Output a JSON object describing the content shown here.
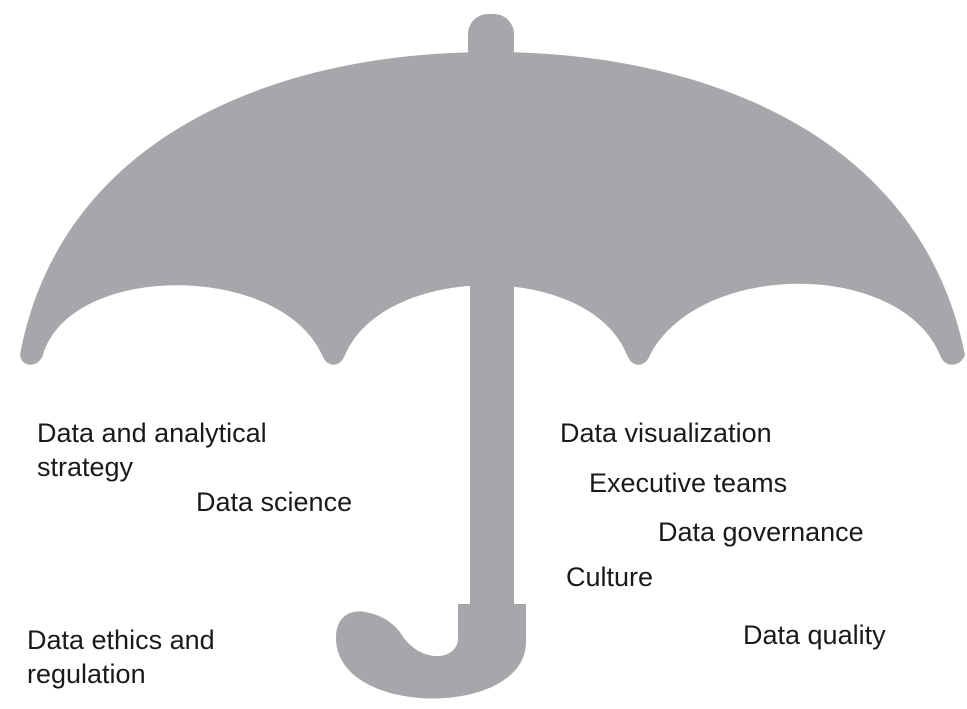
{
  "colors": {
    "umbrella": "#a6a7aa",
    "text": "#1a1a1a",
    "background": "#ffffff"
  },
  "labels": {
    "data_and_analytical_strategy_line1": "Data and analytical",
    "data_and_analytical_strategy_line2": "strategy",
    "data_science": "Data science",
    "data_ethics_and_regulation_line1": "Data ethics and",
    "data_ethics_and_regulation_line2": "regulation",
    "data_visualization": "Data visualization",
    "executive_teams": "Executive teams",
    "data_governance": "Data governance",
    "culture": "Culture",
    "data_quality": "Data quality"
  }
}
